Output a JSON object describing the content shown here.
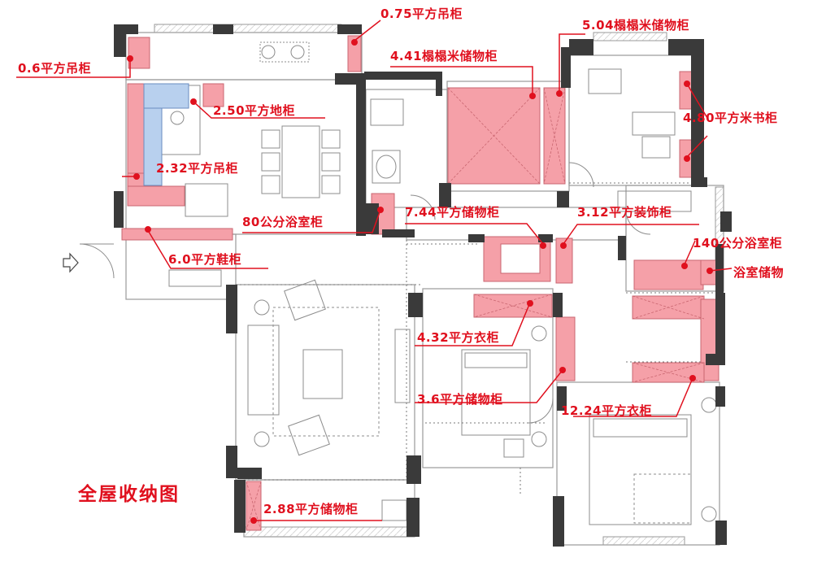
{
  "title": "全屋收纳图",
  "colors": {
    "accent": "#e0101e",
    "cabinet": "#f5a0a8",
    "wall": "#3a3a3a"
  },
  "labels": [
    {
      "id": "hang-0-6",
      "text": "0.6平方吊柜"
    },
    {
      "id": "hang-0-75",
      "text": "0.75平方吊柜"
    },
    {
      "id": "tatami-5-04",
      "text": "5.04榻榻米储物柜"
    },
    {
      "id": "tatami-4-41",
      "text": "4.41榻榻米储物柜"
    },
    {
      "id": "floor-2-50",
      "text": "2.50平方地柜"
    },
    {
      "id": "book-4-80",
      "text": "4.80平方米书柜"
    },
    {
      "id": "hang-2-32",
      "text": "2.32平方吊柜"
    },
    {
      "id": "bath-80",
      "text": "80公分浴室柜"
    },
    {
      "id": "storage-7-44",
      "text": "7.44平方储物柜"
    },
    {
      "id": "deco-3-12",
      "text": "3.12平方装饰柜"
    },
    {
      "id": "shoe-6-0",
      "text": "6.0平方鞋柜"
    },
    {
      "id": "bath-140",
      "text": "140公分浴室柜"
    },
    {
      "id": "bath-storage",
      "text": "浴室储物"
    },
    {
      "id": "wardrobe-4-32",
      "text": "4.32平方衣柜"
    },
    {
      "id": "storage-3-6",
      "text": "3.6平方储物柜"
    },
    {
      "id": "wardrobe-12-24",
      "text": "12.24平方衣柜"
    },
    {
      "id": "storage-2-88",
      "text": "2.88平方储物柜"
    }
  ]
}
